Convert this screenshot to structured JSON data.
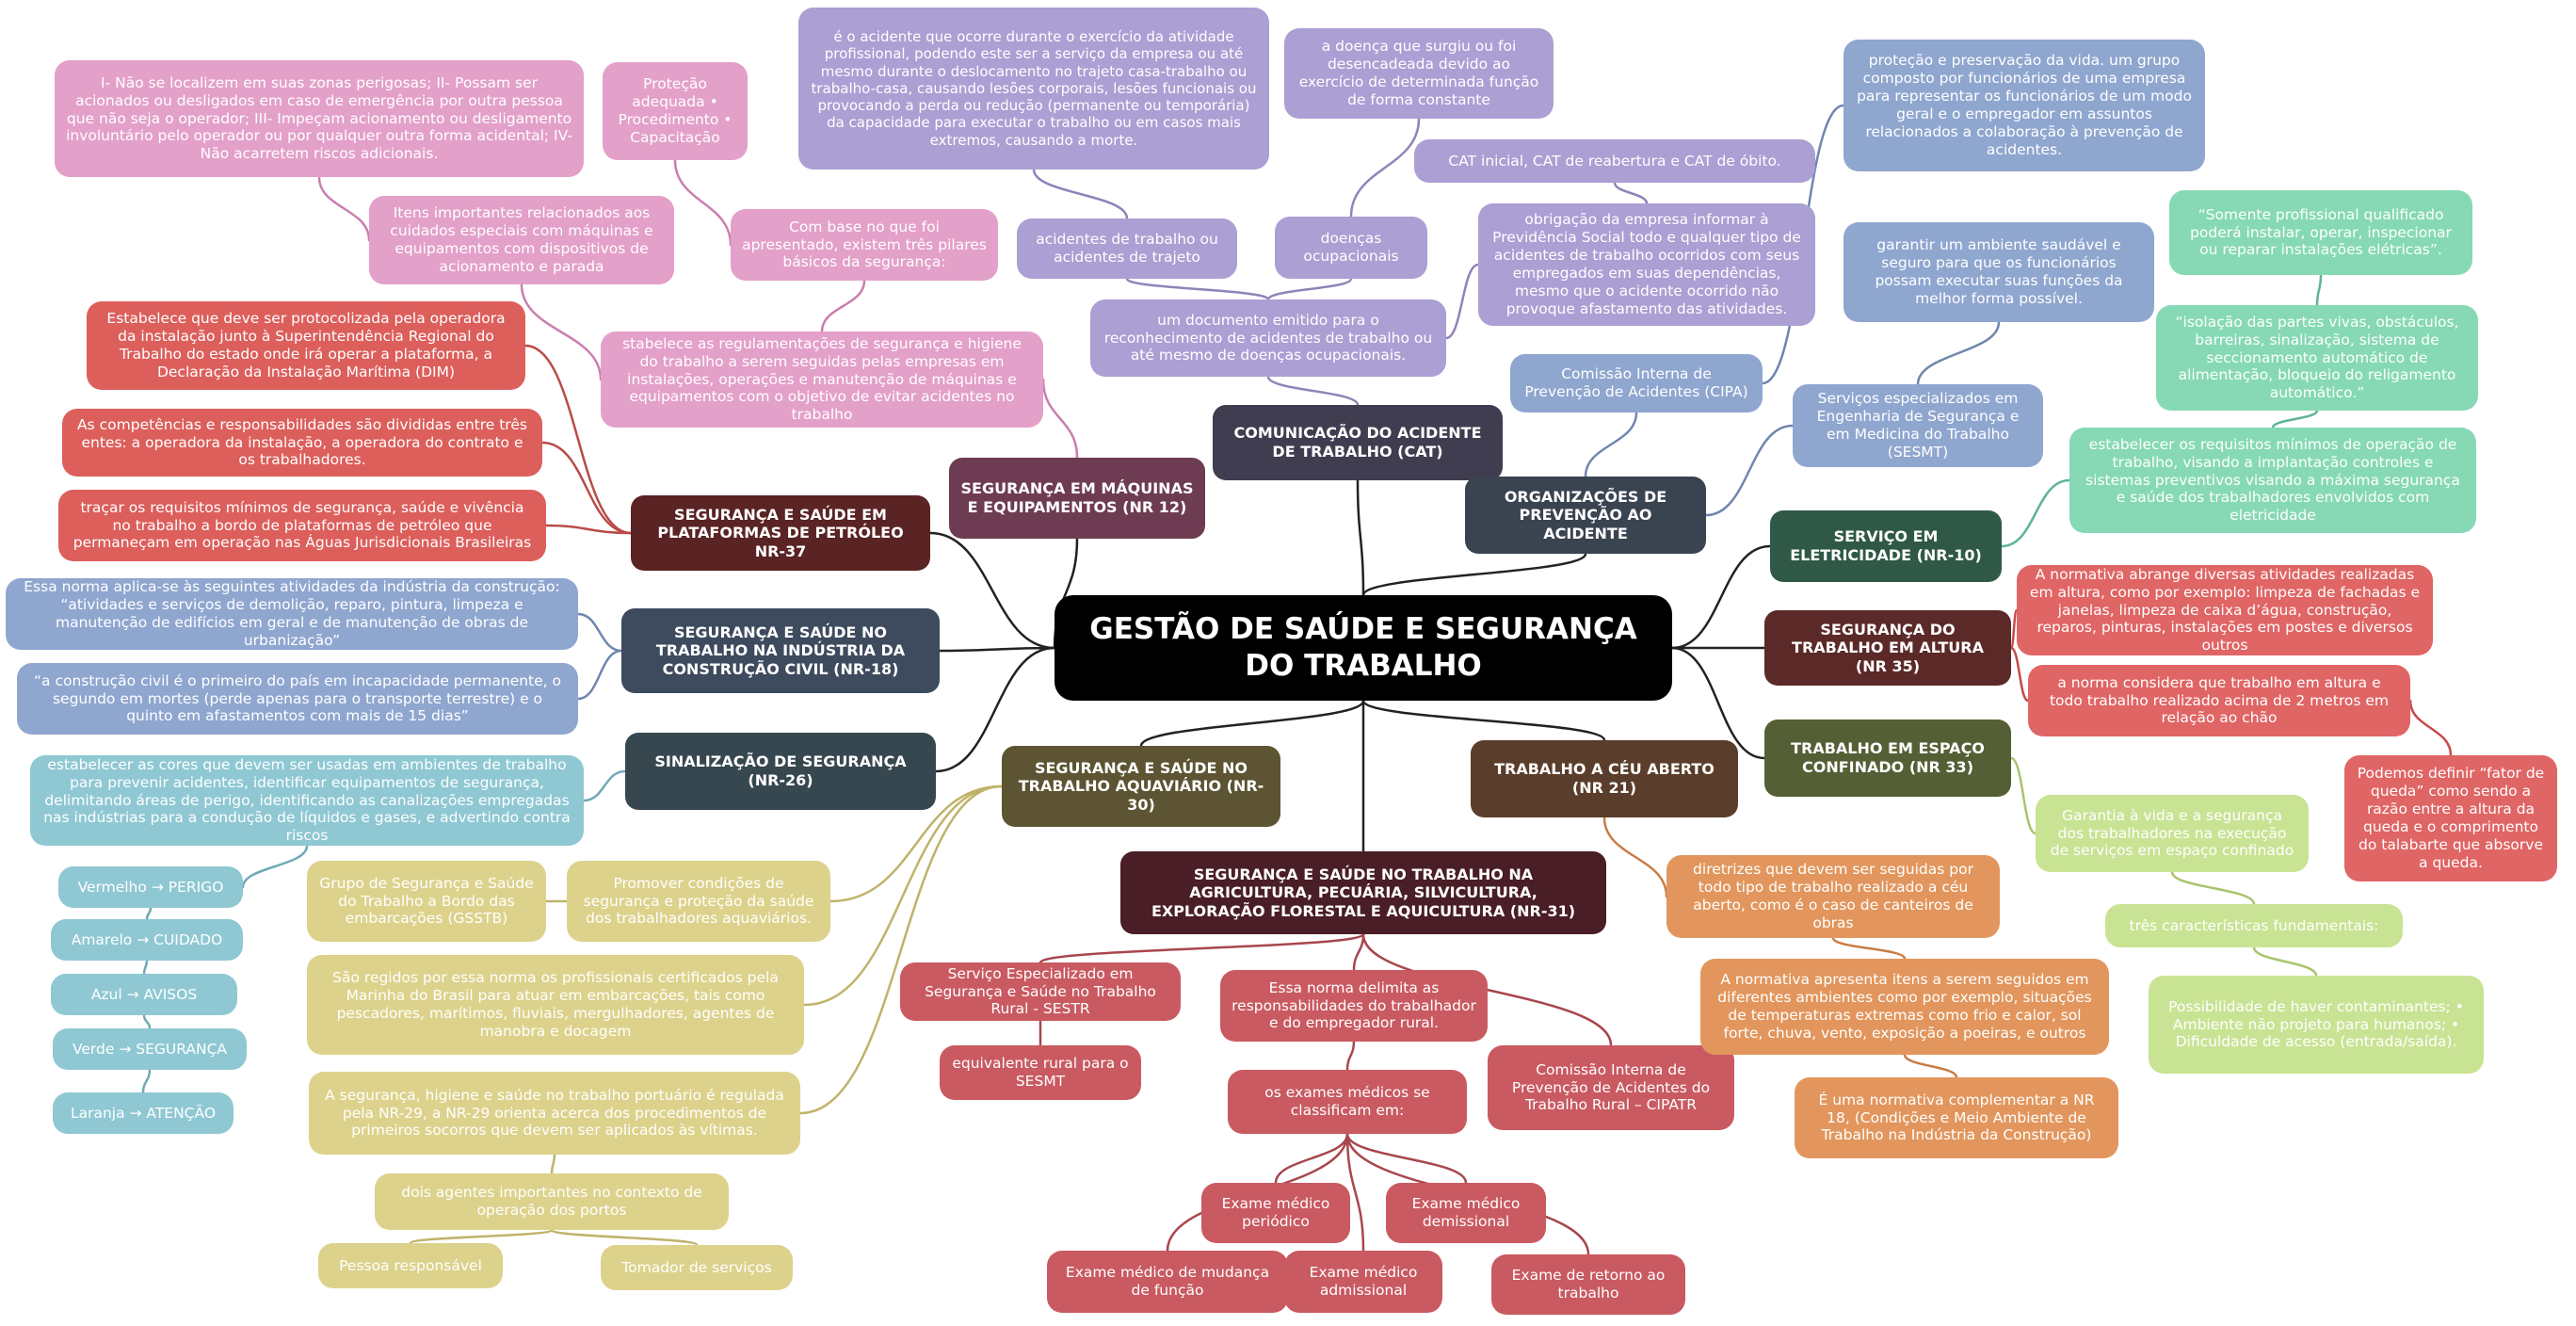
{
  "root": "GESTÃO DE SAÚDE E SEGURANÇA DO TRABALHO",
  "branches": {
    "cat": {
      "title": "COMUNICAÇÃO DO ACIDENTE DE TRABALHO (CAT)",
      "documento": "um documento emitido para o reconhecimento de acidentes de trabalho ou até mesmo de doenças ocupacionais.",
      "acidentes": "acidentes de trabalho ou acidentes de trajeto",
      "acidentes_def": "é o acidente que ocorre durante o exercício da atividade profissional, podendo este ser a serviço da empresa ou até mesmo durante o deslocamento no trajeto casa-trabalho ou trabalho-casa, causando lesões corporais, lesões funcionais ou provocando a perda ou redução (permanente ou temporária) da capacidade para executar o trabalho ou em casos mais extremos, causando a morte.",
      "doencas": "doenças ocupacionais",
      "doencas_def": "a doença que surgiu ou foi desencadeada devido ao exercício de determinada função de forma constante",
      "obrigacao": "obrigação da empresa informar à Previdência Social todo e qualquer tipo de acidentes de trabalho ocorridos com seus empregados em suas dependências, mesmo que o acidente ocorrido não provoque afastamento das atividades.",
      "tipos": "CAT inicial, CAT de reabertura e CAT de óbito."
    },
    "maquinas": {
      "title": "SEGURANÇA EM MÁQUINAS E EQUIPAMENTOS (NR 12)",
      "estabelece": "stabelece as regulamentações de segurança e higiene do trabalho a serem seguidas pelas empresas em instalações, operações e manutenção de máquinas e equipamentos com o objetivo de evitar acidentes no trabalho",
      "pilares": "Com base no que foi apresentado, existem três pilares básicos da segurança:",
      "pilares_lista": "Proteção adequada • Procedimento • Capacitação",
      "itens": "Itens importantes relacionados aos cuidados especiais com máquinas e equipamentos com dispositivos de acionamento e parada",
      "itens_lista": "I- Não se localizem em suas zonas perigosas; II- Possam ser acionados ou desligados em caso de emergência por outra pessoa que não seja o operador; III- Impeçam acionamento ou desligamento involuntário pelo operador ou por qualquer outra forma acidental; IV- Não acarretem riscos adicionais."
    },
    "nr37": {
      "title": "SEGURANÇA E SAÚDE EM PLATAFORMAS DE PETRÓLEO NR-37",
      "protocolo": "Estabelece que deve ser protocolizada pela operadora da instalação junto à Superintendência Regional do Trabalho do estado onde irá operar a plataforma, a Declaração da Instalação Marítima (DIM)",
      "competencias": "As competências e responsabilidades são divididas entre três entes: a operadora da instalação, a operadora do contrato e os trabalhadores.",
      "requisitos": "traçar os requisitos mínimos de segurança, saúde e vivência no trabalho a bordo de plataformas de petróleo que permaneçam em operação nas Águas Jurisdicionais Brasileiras"
    },
    "nr18": {
      "title": "SEGURANÇA E SAÚDE NO TRABALHO NA INDÚSTRIA DA CONSTRUÇÃO CIVIL (NR-18)",
      "aplica": "Essa norma aplica-se às seguintes atividades da indústria da construção: “atividades e serviços de demolição, reparo, pintura, limpeza e manutenção de edifícios em geral e de manutenção de obras de urbanização”",
      "estatistica": "“a construção civil é o primeiro do país em incapacidade permanente, o segundo em mortes (perde apenas para o transporte terrestre) e o quinto em afastamentos com mais de 15 dias”"
    },
    "nr26": {
      "title": "SINALIZAÇÃO DE SEGURANÇA (NR-26)",
      "cores_def": "estabelecer as cores que devem ser usadas em ambientes de trabalho para prevenir acidentes, identificar equipamentos de segurança, delimitando áreas de perigo, identificando as canalizações empregadas nas indústrias para a condução de líquidos e gases, e advertindo contra riscos",
      "cores": [
        "Vermelho → PERIGO",
        "Amarelo → CUIDADO",
        "Azul → AVISOS",
        "Verde → SEGURANÇA",
        "Laranja → ATENÇÃO"
      ]
    },
    "nr30": {
      "title": "SEGURANÇA E SAÚDE NO TRABALHO AQUAVIÁRIO (NR-30)",
      "promover": "Promover condições de segurança e proteção da saúde dos trabalhadores aquaviários.",
      "gsstb": "Grupo de Segurança e Saúde do Trabalho a Bordo das embarcações (GSSTB)",
      "regidos": "São regidos por essa norma os profissionais certificados pela Marinha do Brasil para atuar em embarcações, tais como pescadores, marítimos, fluviais, mergulhadores, agentes de manobra e docagem",
      "portuario": "A segurança, higiene e saúde no trabalho portuário é regulada pela NR-29, a NR-29 orienta acerca dos procedimentos de primeiros socorros que devem ser aplicados às vítimas.",
      "agentes": "dois agentes importantes no contexto de operação dos portos",
      "pessoa": "Pessoa responsável",
      "tomador": "Tomador de serviços"
    },
    "nr31": {
      "title": "SEGURANÇA E SAÚDE NO TRABALHO NA AGRICULTURA, PECUÁRIA, SILVICULTURA, EXPLORAÇÃO FLORESTAL E AQUICULTURA (NR-31)",
      "sestr": "Serviço Especializado em Segurança e Saúde no Trabalho Rural - SESTR",
      "equivalente": "equivalente rural para o SESMT",
      "delimita": "Essa norma delimita as responsabilidades do trabalhador e do empregador rural.",
      "exames": "os exames médicos se classificam em:",
      "periodico": "Exame médico periódico",
      "demissional": "Exame médico demissional",
      "mudanca": "Exame médico de mudança de função",
      "admissional": "Exame médico admissional",
      "retorno": "Exame de retorno ao trabalho",
      "cipatr": "Comissão Interna de Prevenção de Acidentes do Trabalho Rural – CIPATR"
    },
    "org": {
      "title": "ORGANIZAÇÕES DE PREVENÇÃO AO ACIDENTE",
      "cipa": "Comissão Interna de Prevenção de Acidentes (CIPA)",
      "cipa_def": "proteção e preservação da vida. um grupo composto por funcionários de uma empresa para representar os funcionários de um modo geral e o empregador em assuntos relacionados a colaboração à prevenção de acidentes.",
      "sesmt": "Serviços especializados em Engenharia de Segurança e em Medicina do Trabalho (SESMT)",
      "sesmt_def": "garantir um ambiente saudável e seguro para que os funcionários possam executar suas funções da melhor forma possível."
    },
    "nr10": {
      "title": "SERVIÇO EM ELETRICIDADE (NR-10)",
      "requisitos": "estabelecer os requisitos mínimos de operação de trabalho, visando a implantação controles e sistemas preventivos visando a máxima segurança e saúde dos trabalhadores envolvidos com eletricidade",
      "profissional": "“Somente profissional qualificado poderá instalar, operar, inspecionar ou reparar instalações elétricas”.",
      "isolacao": "“isolação das partes vivas, obstáculos, barreiras, sinalização, sistema de seccionamento automático de alimentação, bloqueio do religamento automático.”"
    },
    "nr35": {
      "title": "SEGURANÇA DO TRABALHO EM ALTURA (NR 35)",
      "abrange": "A normativa abrange diversas atividades realizadas em altura, como por exemplo: limpeza de fachadas e janelas, limpeza de caixa d’água, construção, reparos, pinturas, instalações em postes e diversos outros",
      "considera": "a norma considera que trabalho em altura e todo trabalho realizado acima de 2 metros em relação ao chão",
      "fator": "Podemos definir “fator de queda” como sendo a razão entre a altura da queda e o comprimento do talabarte que absorve a queda."
    },
    "nr33": {
      "title": "TRABALHO EM ESPAÇO CONFINADO (NR 33)",
      "garantia": "Garantia à vida e a segurança dos trabalhadores na execução de serviços em espaço confinado",
      "caracteristicas": "três características fundamentais:",
      "lista": "Possibilidade de haver contaminantes; • Ambiente não projeto para humanos; • Dificuldade de acesso (entrada/saída)."
    },
    "nr21": {
      "title": "TRABALHO A CÉU ABERTO (NR 21)",
      "diretrizes": "diretrizes que devem ser seguidas por todo tipo de trabalho realizado a céu aberto, como é o caso de canteiros de obras",
      "apresenta": "A normativa apresenta itens a serem seguidos em diferentes ambientes como por exemplo, situações de temperaturas extremas como frio e calor, sol forte, chuva, vento, exposição a poeiras, e outros",
      "complementar": "É uma normativa complementar a NR 18, (Condições e Meio Ambiente de Trabalho na Indústria da Construção)"
    }
  },
  "colors": {
    "root": "#000000",
    "lilac": "#ab9fd3",
    "pink": "#e3a0c9",
    "red": "#dc5f5c",
    "steel": "#8fa6cf",
    "teal": "#8fc8d3",
    "khaki": "#ddd28c",
    "mint": "#86d9b4",
    "lime": "#c9e394",
    "orange": "#e2965d",
    "crimson": "#c95a61"
  }
}
